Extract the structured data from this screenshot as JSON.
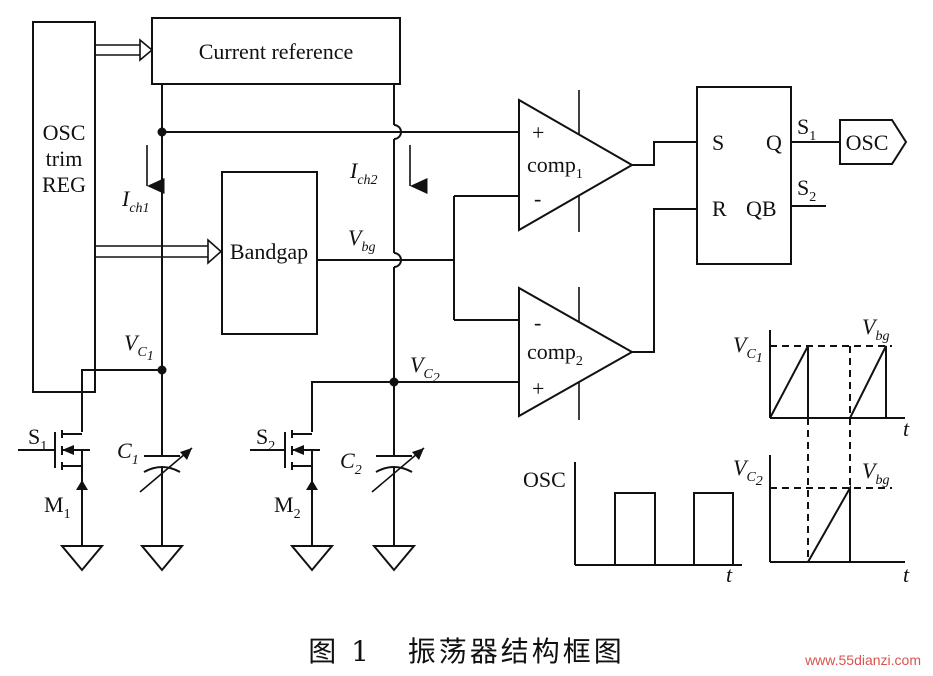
{
  "blocks": {
    "current_reference": "Current reference",
    "osc_trim_reg": [
      "OSC",
      "trim",
      "REG"
    ],
    "bandgap": "Bandgap",
    "comp1": {
      "name": "comp",
      "sub": "1",
      "plus": "+",
      "minus": "-"
    },
    "comp2": {
      "name": "comp",
      "sub": "2",
      "plus": "+",
      "minus": "-"
    },
    "latch": {
      "s": "S",
      "r": "R",
      "q": "Q",
      "qb": "QB"
    },
    "osc_output": "OSC"
  },
  "signals": {
    "ich1": {
      "main": "I",
      "sub": "ch1"
    },
    "ich2": {
      "main": "I",
      "sub": "ch2"
    },
    "vbg": {
      "main": "V",
      "sub": "bg"
    },
    "vc1": {
      "main": "V",
      "sub": "C",
      "subsub": "1"
    },
    "vc2": {
      "main": "V",
      "sub": "C",
      "subsub": "2"
    },
    "s1_out": {
      "main": "S",
      "sub": "1"
    },
    "s2_out": {
      "main": "S",
      "sub": "2"
    }
  },
  "components": {
    "s1": {
      "main": "S",
      "sub": "1"
    },
    "m1": {
      "main": "M",
      "sub": "1"
    },
    "c1": {
      "main": "C",
      "sub": "1"
    },
    "s2": {
      "main": "S",
      "sub": "2"
    },
    "m2": {
      "main": "M",
      "sub": "2"
    },
    "c2": {
      "main": "C",
      "sub": "2"
    }
  },
  "waveforms": {
    "osc_label": "OSC",
    "time_label": "t",
    "vc1": {
      "main": "V",
      "sub": "C",
      "subsub": "1"
    },
    "vc2": {
      "main": "V",
      "sub": "C",
      "subsub": "2"
    },
    "vbg_top": {
      "main": "V",
      "sub": "bg"
    },
    "vbg_bottom": {
      "main": "V",
      "sub": "bg"
    }
  },
  "caption": "图 1   振荡器结构框图",
  "watermark": "www.55dianzi.com"
}
